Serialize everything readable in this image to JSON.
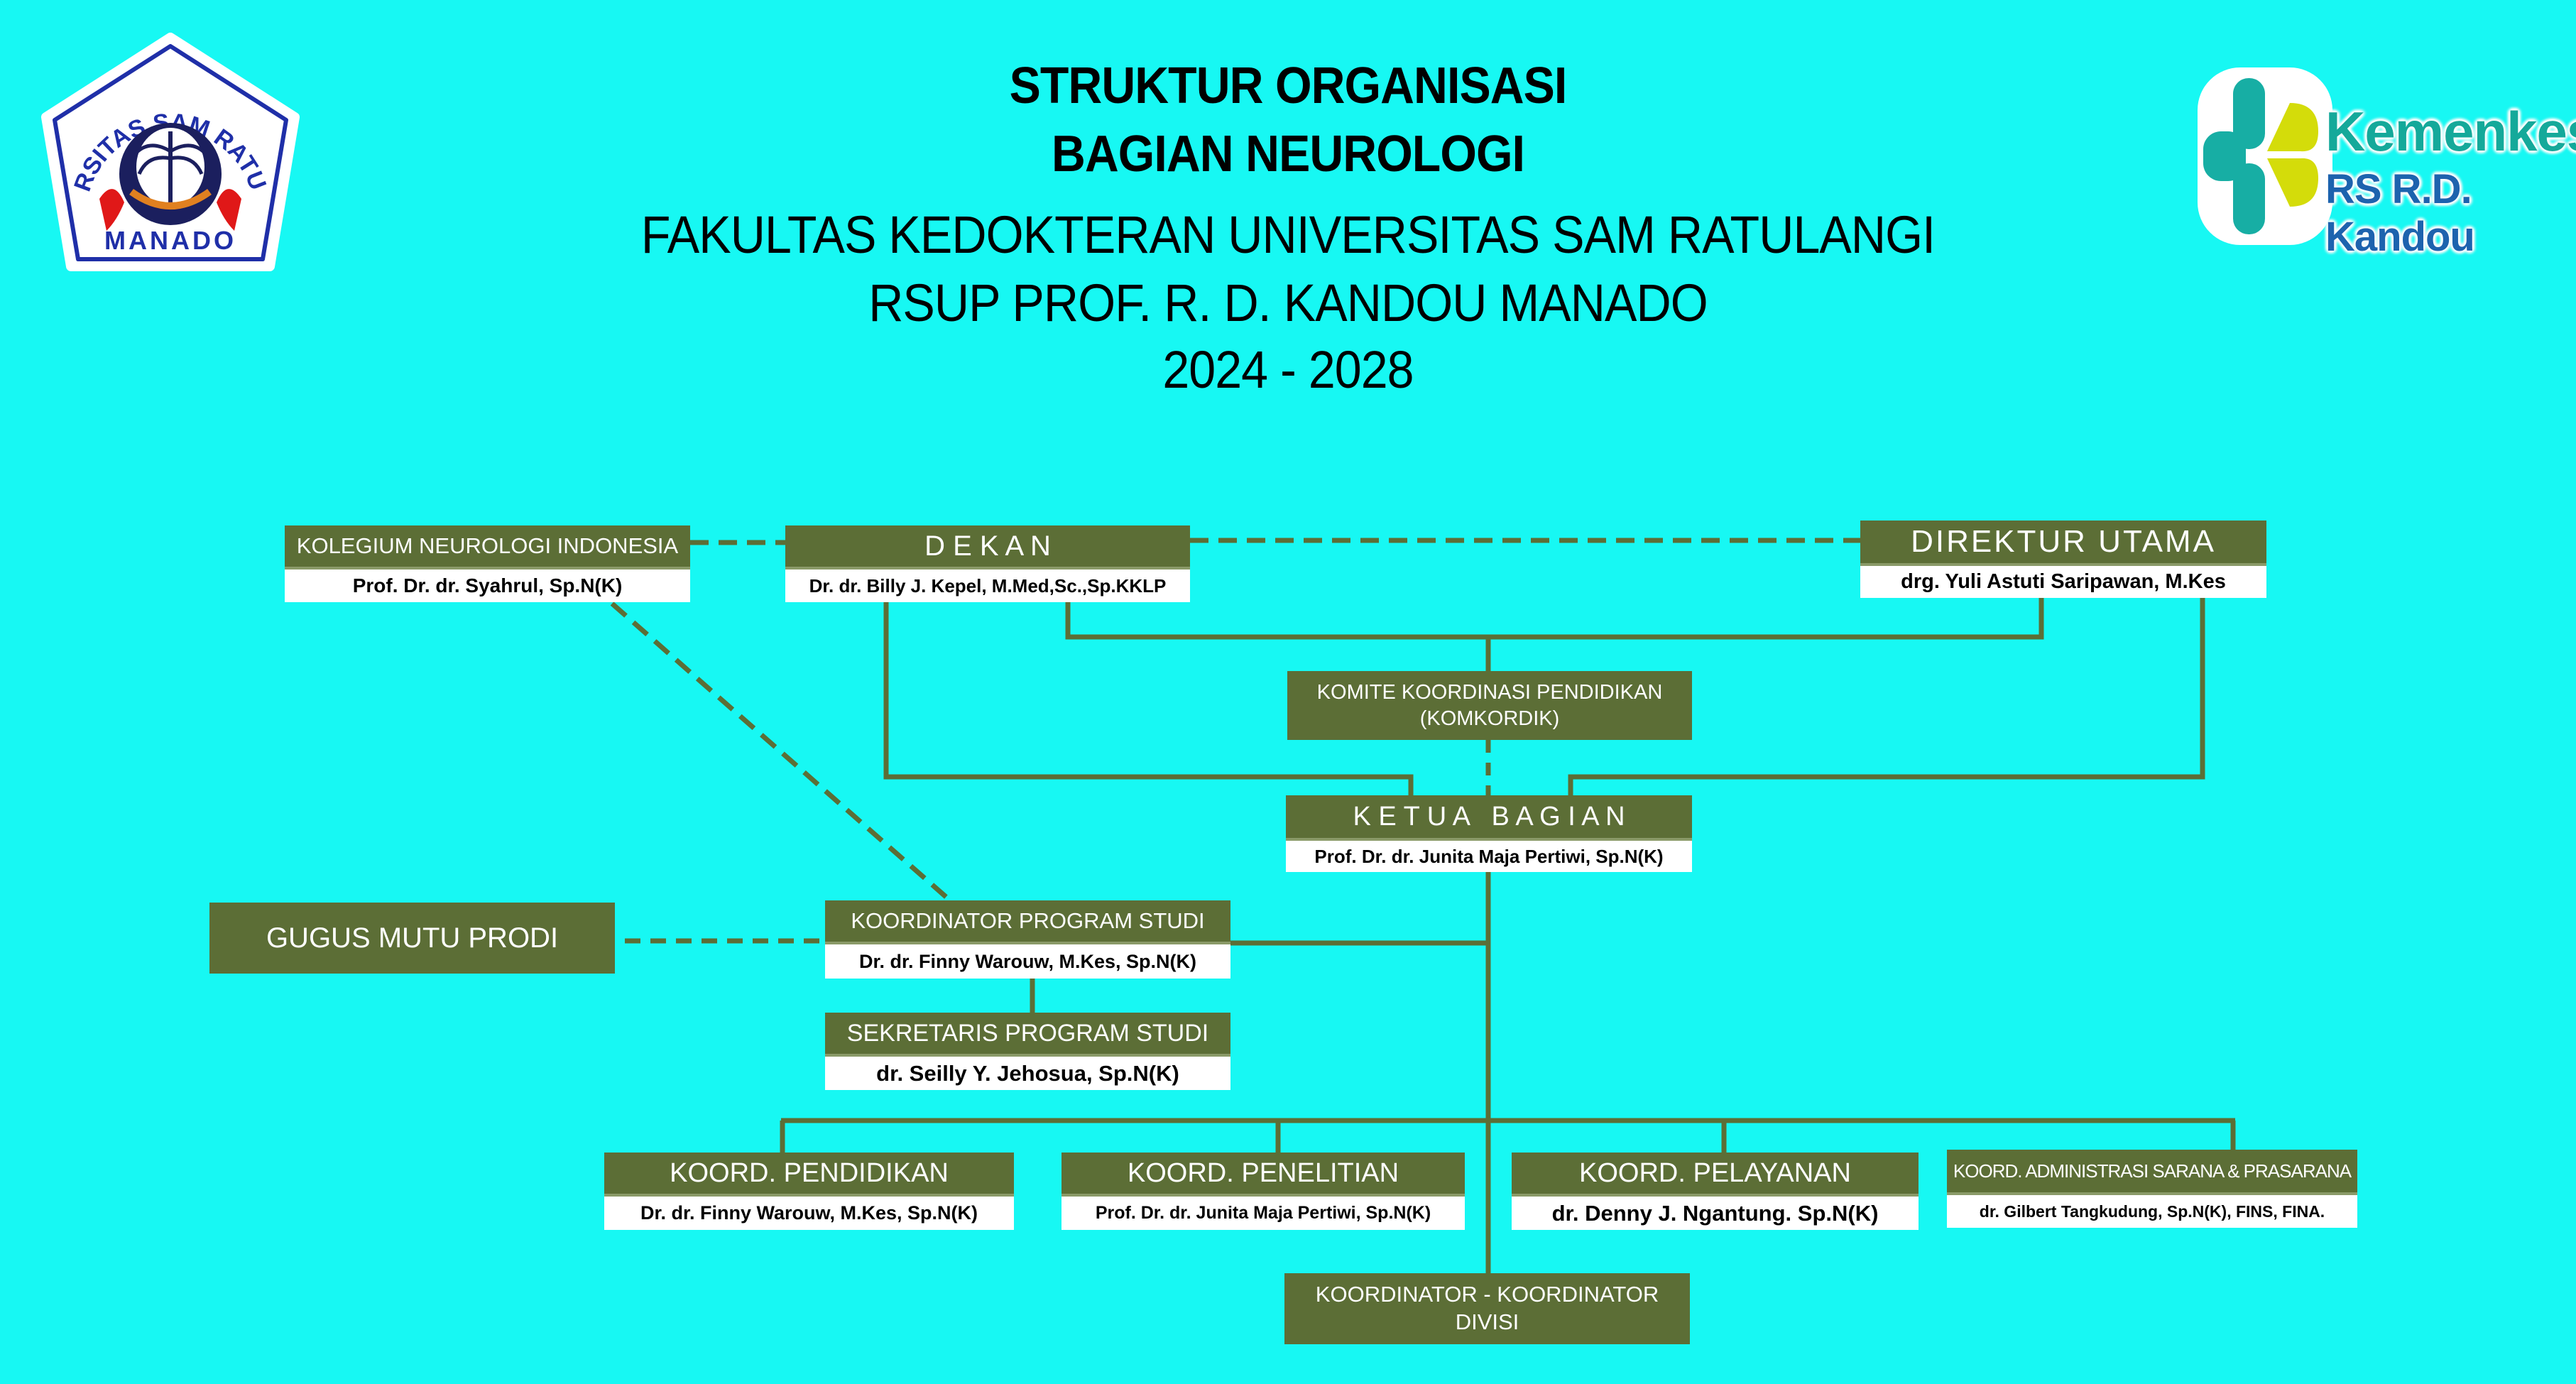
{
  "header": {
    "title_line1": "STRUKTUR ORGANISASI",
    "title_line2": "BAGIAN NEUROLOGI",
    "subtitle_line1": "FAKULTAS KEDOKTERAN UNIVERSITAS SAM RATULANGI",
    "subtitle_line2": "RSUP PROF. R. D. KANDOU MANADO",
    "period": "2024 - 2028"
  },
  "logos": {
    "left": {
      "top_arc_text": "UNIVERSITAS SAM RATULANGI",
      "bottom_text": "MANADO"
    },
    "right": {
      "line1": "Kemenkes",
      "line2": "RS R.D. Kandou"
    }
  },
  "colors": {
    "background": "#17f8f3",
    "box_header": "#5c6e36",
    "box_name_bg": "#ffffff",
    "connector": "#5c6e36"
  },
  "org": {
    "kolegium": {
      "title": "KOLEGIUM NEUROLOGI INDONESIA",
      "name": "Prof. Dr. dr. Syahrul, Sp.N(K)"
    },
    "dekan": {
      "title": "D E K A N",
      "name": "Dr. dr. Billy J. Kepel, M.Med,Sc.,Sp.KKLP"
    },
    "direktur": {
      "title": "DIREKTUR UTAMA",
      "name": "drg. Yuli Astuti Saripawan, M.Kes"
    },
    "komite": {
      "title_line1": "KOMITE KOORDINASI PENDIDIKAN",
      "title_line2": "(KOMKORDIK)"
    },
    "ketua": {
      "title": "K E T U A   B A G I A N",
      "name": "Prof. Dr. dr. Junita Maja Pertiwi, Sp.N(K)"
    },
    "gugus": {
      "title": "GUGUS MUTU PRODI"
    },
    "koord_prodi": {
      "title": "KOORDINATOR PROGRAM STUDI",
      "name": "Dr. dr. Finny Warouw, M.Kes, Sp.N(K)"
    },
    "sekretaris": {
      "title": "SEKRETARIS PROGRAM STUDI",
      "name": "dr. Seilly Y. Jehosua, Sp.N(K)"
    },
    "koordinators": [
      {
        "title": "KOORD. PENDIDIKAN",
        "name": "Dr. dr. Finny Warouw, M.Kes, Sp.N(K)"
      },
      {
        "title": "KOORD. PENELITIAN",
        "name": "Prof. Dr. dr. Junita Maja Pertiwi, Sp.N(K)"
      },
      {
        "title": "KOORD. PELAYANAN",
        "name": "dr. Denny J. Ngantung. Sp.N(K)"
      },
      {
        "title": "KOORD. ADMINISTRASI SARANA & PRASARANA",
        "name": "dr. Gilbert Tangkudung, Sp.N(K), FINS, FINA."
      }
    ],
    "divisi": {
      "title_line1": "KOORDINATOR - KOORDINATOR",
      "title_line2": "DIVISI"
    }
  }
}
